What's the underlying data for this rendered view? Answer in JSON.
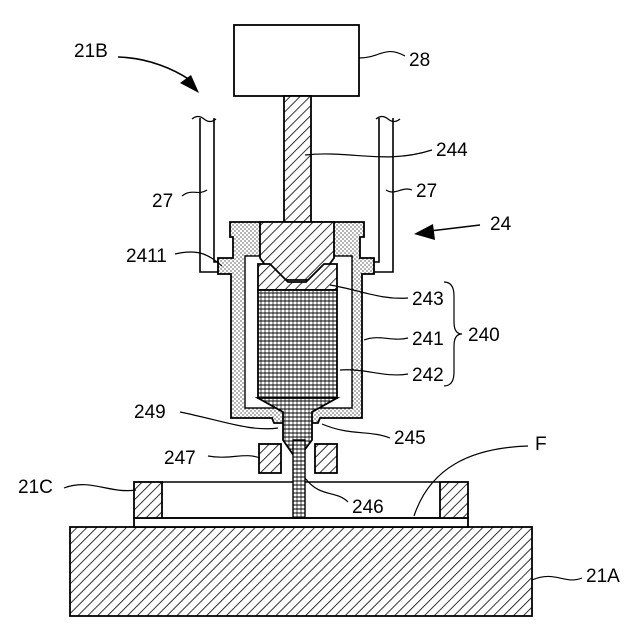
{
  "figure": {
    "labels": {
      "drive": "28",
      "device": "21B",
      "rod": "244",
      "support_left": "27",
      "support_right": "27",
      "head": "24",
      "flange": "2411",
      "piston": "243",
      "outer_case": "241",
      "assembly": "240",
      "chamber": "242",
      "nozzle_holder": "249",
      "tip_seal": "245",
      "guide": "247",
      "needle": "246",
      "frame": "21C",
      "film": "F",
      "base": "21A"
    }
  }
}
